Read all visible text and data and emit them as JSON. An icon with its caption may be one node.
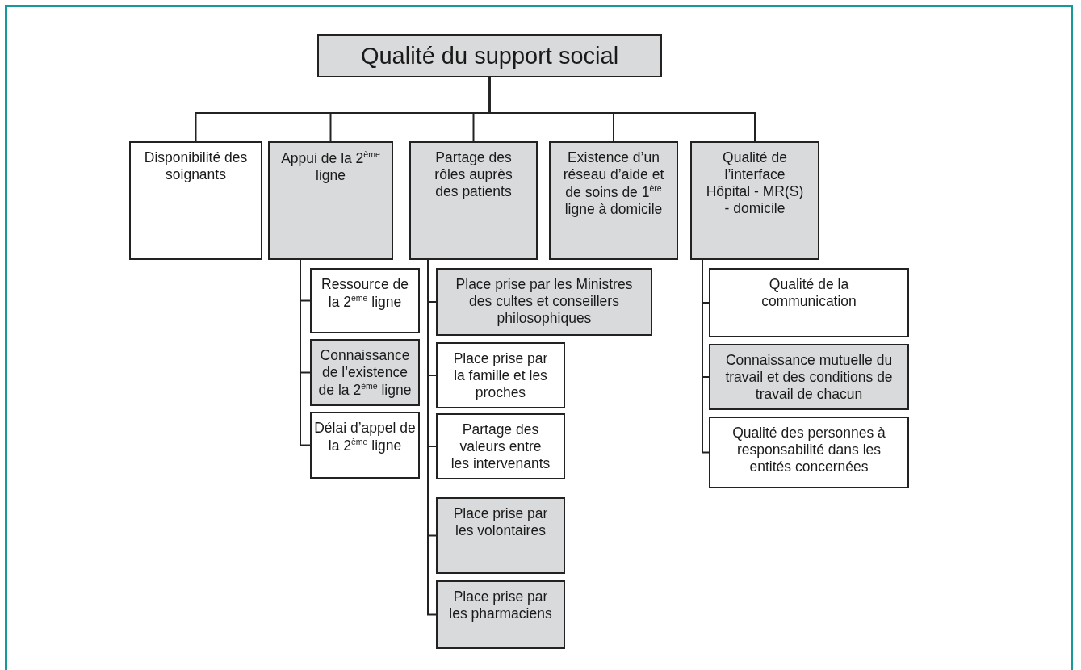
{
  "diagram": {
    "nodes": [
      {
        "text": [
          "Qualité du support social"
        ]
      },
      {
        "text": [
          "Disponibilité des soignants"
        ]
      },
      {
        "text": [
          "Appui de la 2$^{ème}$ ligne"
        ]
      },
      {
        "text": [
          "Partage des rôles auprès des patients"
        ]
      },
      {
        "text": [
          "Existence d’un réseau d’aide et de soins de 1$^{ère}$ ligne à domicile"
        ]
      },
      {
        "text": [
          "Qualité de l’interface Hôpital - MR(S) - domicile"
        ]
      },
      {
        "text": [
          "Ressource de la 2$^{ème}$ ligne"
        ]
      },
      {
        "text": [
          "Connaissance de l’existence de la 2$^{ème}$ ligne"
        ]
      },
      {
        "text": [
          "Délai d’appel de la 2$^{ème}$ ligne"
        ]
      },
      {
        "text": [
          "Place prise par les Ministres des cultes et conseillers philosophiques"
        ]
      },
      {
        "text": [
          "Place prise par la famille et les proches"
        ]
      },
      {
        "text": [
          "Partage des valeurs entre les intervenants"
        ]
      },
      {
        "text": [
          "Place prise par les volontaires"
        ]
      },
      {
        "text": [
          "Place prise par les pharmaciens"
        ]
      },
      {
        "text": [
          "Qualité de la communication"
        ]
      },
      {
        "text": [
          "Connaissance mutuelle du travail et des conditions de travail de chacun"
        ]
      },
      {
        "text": [
          "Qualité des personnes à responsabilité dans les entités concernées"
        ]
      }
    ],
    "edges": [
      {
        "from": 0,
        "to": 1,
        "arrow": "none"
      },
      {
        "from": 0,
        "to": 2,
        "arrow": "none"
      },
      {
        "from": 0,
        "to": 3,
        "arrow": "none"
      },
      {
        "from": 0,
        "to": 4,
        "arrow": "none"
      },
      {
        "from": 0,
        "to": 5,
        "arrow": "none"
      },
      {
        "from": 2,
        "to": 6,
        "arrow": "none"
      },
      {
        "from": 2,
        "to": 7,
        "arrow": "none"
      },
      {
        "from": 2,
        "to": 8,
        "arrow": "none"
      },
      {
        "from": 3,
        "to": 9,
        "arrow": "none"
      },
      {
        "from": 3,
        "to": 10,
        "arrow": "none"
      },
      {
        "from": 3,
        "to": 11,
        "arrow": "none"
      },
      {
        "from": 3,
        "to": 12,
        "arrow": "none"
      },
      {
        "from": 3,
        "to": 13,
        "arrow": "none"
      },
      {
        "from": 5,
        "to": 14,
        "arrow": "none"
      },
      {
        "from": 5,
        "to": 15,
        "arrow": "none"
      },
      {
        "from": 5,
        "to": 16,
        "arrow": "none"
      }
    ]
  }
}
